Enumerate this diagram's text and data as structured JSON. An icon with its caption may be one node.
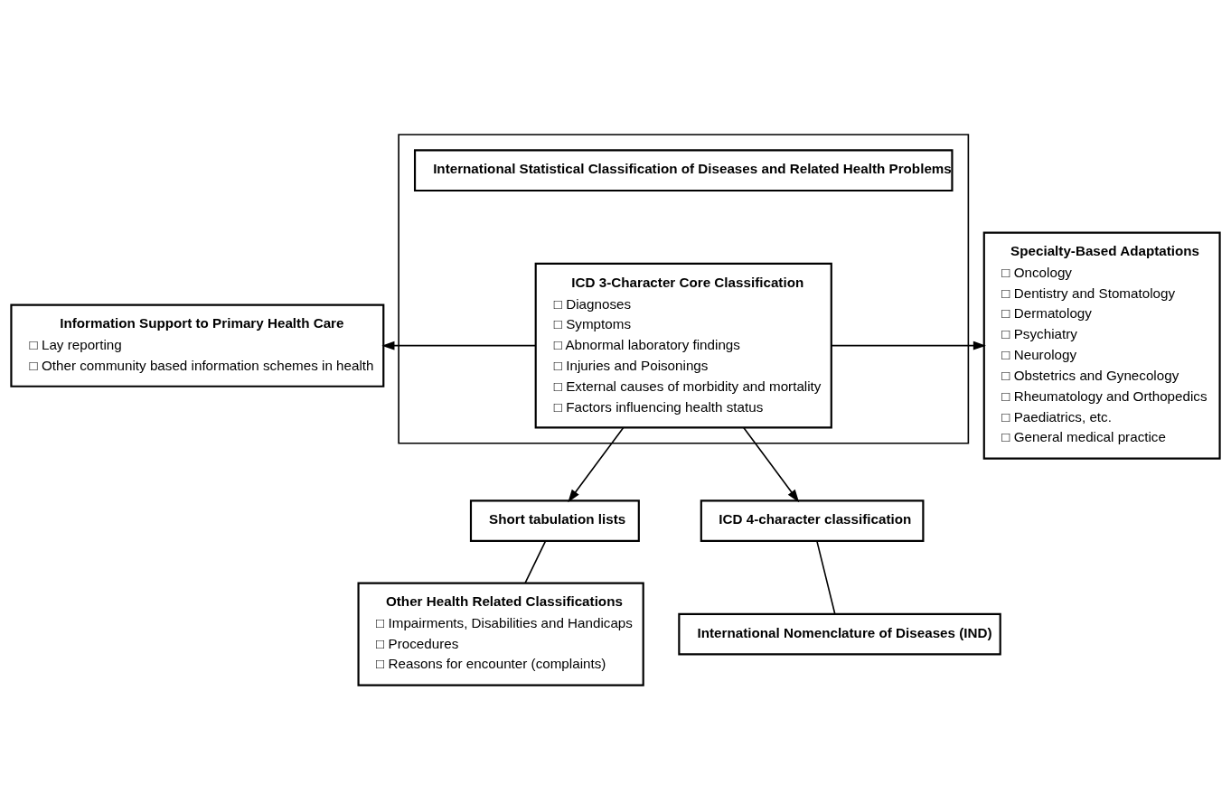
{
  "diagram": {
    "nodes": [
      {
        "text": [],
        "shape": "box"
      },
      {
        "text": [
          "International Statistical Classification of Diseases and Related Health Problems"
        ],
        "in": 0
      },
      {
        "text": [
          "ICD 3-Character Core Classification",
          "□ Diagnoses",
          "□ Symptoms",
          "□ Abnormal laboratory findings",
          "□ Injuries and Poisonings",
          "□ External causes of morbidity and mortality",
          "□ Factors influencing health status"
        ],
        "in": 0
      },
      {
        "text": [
          "Information Support to Primary Health Care",
          "□ Lay reporting",
          "□ Other community based information schemes in health"
        ]
      },
      {
        "text": [
          "Specialty-Based Adaptations",
          "□ Oncology",
          "□ Dentistry and Stomatology",
          "□ Dermatology",
          "□ Psychiatry",
          "□ Neurology",
          "□ Obstetrics and Gynecology",
          "□ Rheumatology and Orthopedics",
          "□ Paediatrics, etc.",
          "□ General medical practice"
        ]
      },
      {
        "text": [
          "Short tabulation lists"
        ]
      },
      {
        "text": [
          "ICD 4-character classification"
        ]
      },
      {
        "text": [
          "Other Health Related Classifications",
          "□ Impairments, Disabilities and Handicaps",
          "□ Procedures",
          "□ Reasons for encounter (complaints)"
        ]
      },
      {
        "text": [
          "International Nomenclature of Diseases (IND)"
        ]
      }
    ],
    "edges": [
      {
        "from": 2,
        "to": 3,
        "arrow": "to"
      },
      {
        "from": 2,
        "to": 4,
        "arrow": "to"
      },
      {
        "from": 2,
        "to": 5,
        "arrow": "to"
      },
      {
        "from": 2,
        "to": 6,
        "arrow": "to"
      },
      {
        "from": 5,
        "to": 7,
        "arrow": "none"
      },
      {
        "from": 6,
        "to": 8,
        "arrow": "none"
      }
    ]
  }
}
